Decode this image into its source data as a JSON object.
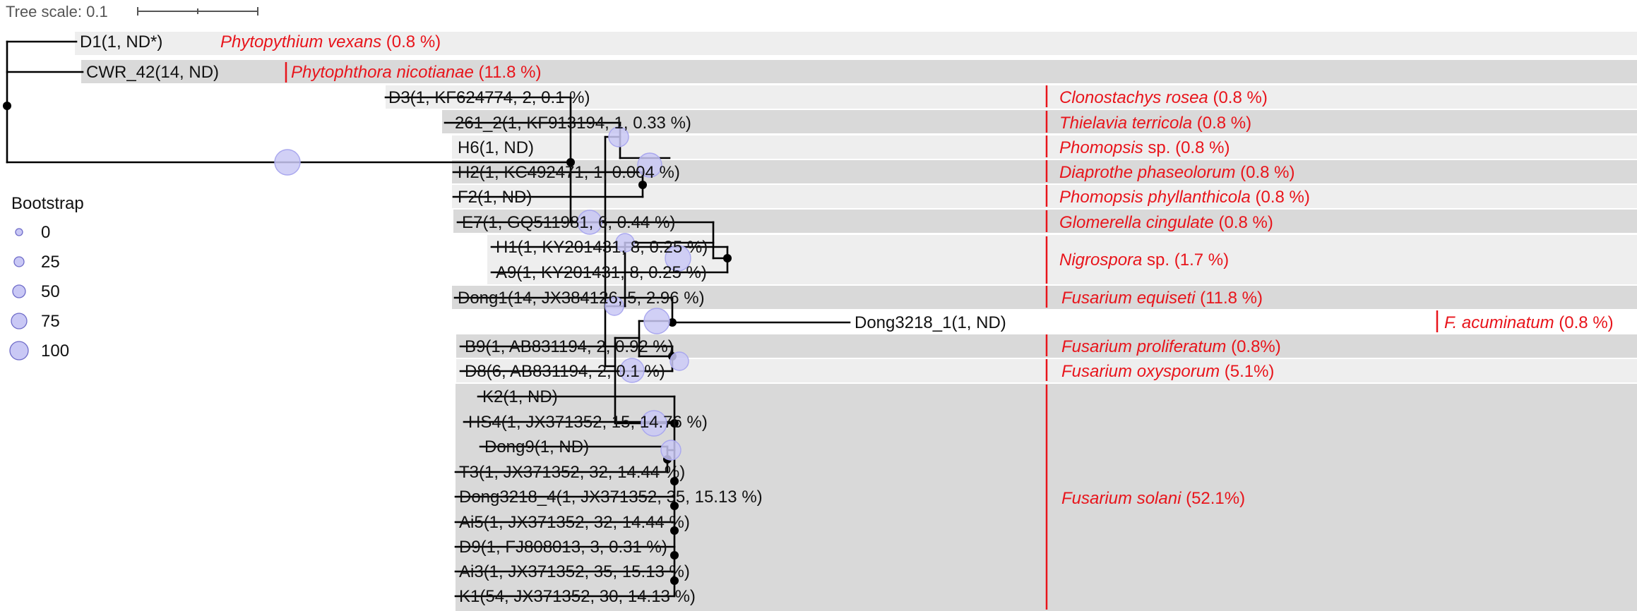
{
  "colors": {
    "band_light": "#eeeeee",
    "band_dark": "#d9d9d9",
    "taxon_red": "#e8141b",
    "bootstrap_fill": "#c9c8f5",
    "bootstrap_stroke": "#a9a7ee",
    "branch": "#000000"
  },
  "scale": {
    "label": "Tree scale: 0.1"
  },
  "legend": {
    "title": "Bootstrap",
    "items": [
      {
        "label": "0",
        "value": 0
      },
      {
        "label": "25",
        "value": 25
      },
      {
        "label": "50",
        "value": 50
      },
      {
        "label": "75",
        "value": 75
      },
      {
        "label": "100",
        "value": 100
      }
    ]
  },
  "leaves": [
    {
      "id": "D1",
      "label": "D1(1, ND*)"
    },
    {
      "id": "CWR_42",
      "label": "CWR_42(14, ND)"
    },
    {
      "id": "D3",
      "label": "D3(1, KF624774, 2, 0.1 %)"
    },
    {
      "id": "261_2",
      "label": "261_2(1, KF913194, 1, 0.33 %)"
    },
    {
      "id": "H6",
      "label": "H6(1, ND)"
    },
    {
      "id": "H2",
      "label": "H2(1, KC492471, 1, 0.004 %)"
    },
    {
      "id": "F2",
      "label": "F2(1, ND)"
    },
    {
      "id": "E7",
      "label": "E7(1, GQ511981, 6, 0.44 %)"
    },
    {
      "id": "H1",
      "label": "H1(1, KY201431, 8, 0.25 %)"
    },
    {
      "id": "A9",
      "label": "A9(1, KY201431, 8, 0.25 %)"
    },
    {
      "id": "Dong1",
      "label": "Dong1(14, JX384126, 5, 2.96 %)"
    },
    {
      "id": "Dong3218_1",
      "label": "Dong3218_1(1, ND)"
    },
    {
      "id": "B9",
      "label": "B9(1, AB831194, 2, 0.92 %)"
    },
    {
      "id": "D8",
      "label": "D8(6, AB831194, 2, 0.1 %)"
    },
    {
      "id": "K2",
      "label": "K2(1, ND)"
    },
    {
      "id": "HS4",
      "label": "HS4(1, JX371352, 15, 14.76 %)"
    },
    {
      "id": "Dong9",
      "label": "Dong9(1, ND)"
    },
    {
      "id": "T3",
      "label": "T3(1, JX371352, 32, 14.44 %)"
    },
    {
      "id": "Dong3218_4",
      "label": "Dong3218_4(1, JX371352, 35, 15.13 %)"
    },
    {
      "id": "Ai5",
      "label": "Ai5(1, JX371352, 32, 14.44 %)"
    },
    {
      "id": "D9",
      "label": "D9(1, FJ808013, 3, 0.31 %)"
    },
    {
      "id": "Ai3",
      "label": "Ai3(1, JX371352, 35, 15.13 %)"
    },
    {
      "id": "K1",
      "label": "K1(54, JX371352, 30, 14.13 %)"
    }
  ],
  "taxa": [
    {
      "species": "Phytopythium vexans",
      "suffix": " (0.8 %)"
    },
    {
      "species": "Phytophthora nicotianae",
      "suffix": " (11.8 %)"
    },
    {
      "species": "Clonostachys rosea",
      "suffix": " (0.8 %)"
    },
    {
      "species": "Thielavia terricola",
      "suffix": " (0.8 %)"
    },
    {
      "species": "Phomopsis",
      "suffix": " sp. (0.8 %)"
    },
    {
      "species": "Diaprothe phaseolorum",
      "suffix": " (0.8 %)"
    },
    {
      "species": "Phomopsis phyllanthicola",
      "suffix": " (0.8 %)"
    },
    {
      "species": "Glomerella cingulate",
      "suffix": " (0.8 %)"
    },
    {
      "species": "Nigrospora",
      "suffix": " sp. (1.7 %)"
    },
    {
      "species": "Fusarium equiseti",
      "suffix": " (11.8 %)"
    },
    {
      "species": "F. acuminatum",
      "suffix": " (0.8 %)"
    },
    {
      "species": "Fusarium proliferatum",
      "suffix": " (0.8%)"
    },
    {
      "species": "Fusarium oxysporum",
      "suffix": " (5.1%)"
    },
    {
      "species": "Fusarium solani",
      "suffix": " (52.1%)"
    }
  ]
}
